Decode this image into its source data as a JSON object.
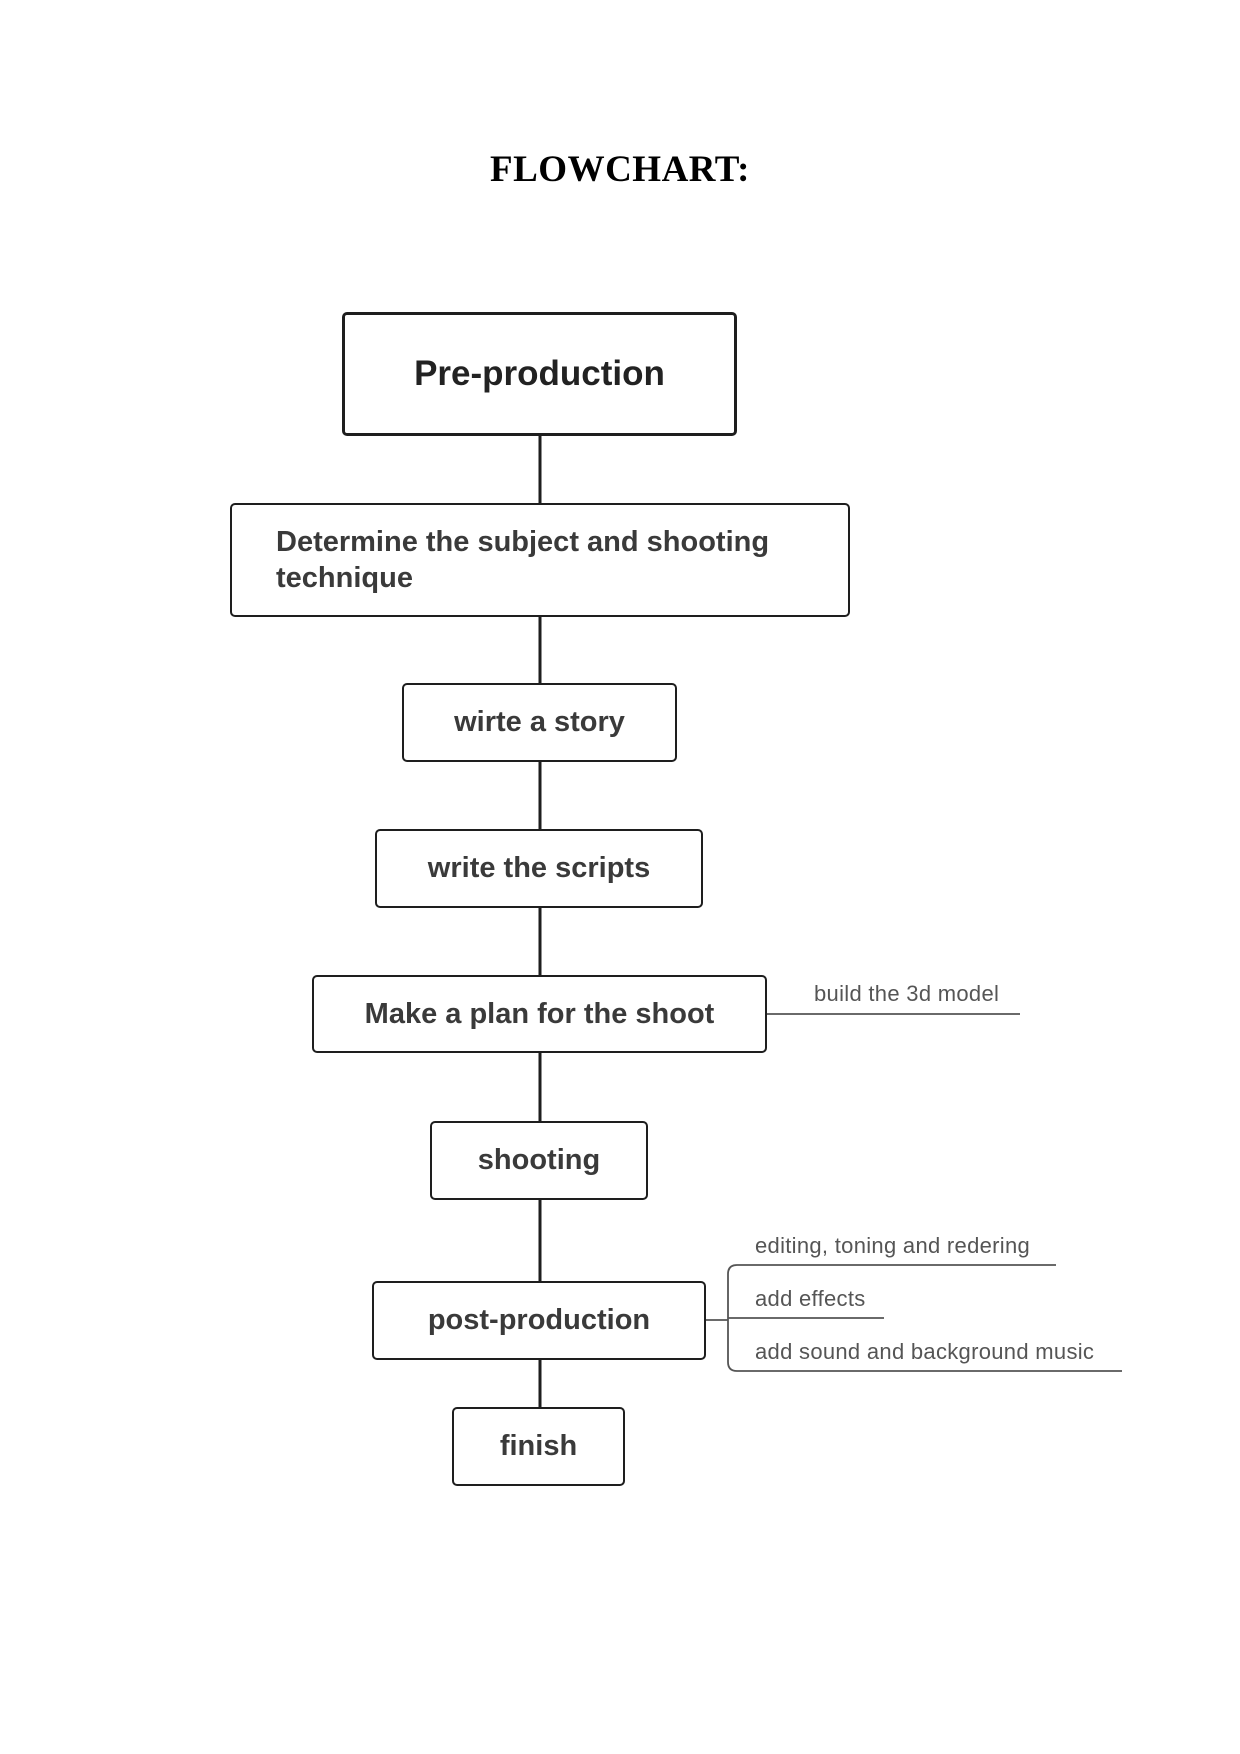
{
  "title": "FLOWCHART:",
  "steps": [
    {
      "label": "Pre-production"
    },
    {
      "label": "Determine the subject and shooting technique"
    },
    {
      "label": "wirte a story"
    },
    {
      "label": "write the scripts"
    },
    {
      "label": "Make a plan for the shoot"
    },
    {
      "label": "shooting"
    },
    {
      "label": "post-production"
    },
    {
      "label": "finish"
    }
  ],
  "branches": {
    "plan": [
      "build the 3d model"
    ],
    "post_production": [
      "editing, toning and redering",
      "add effects",
      "add sound and background music"
    ]
  }
}
